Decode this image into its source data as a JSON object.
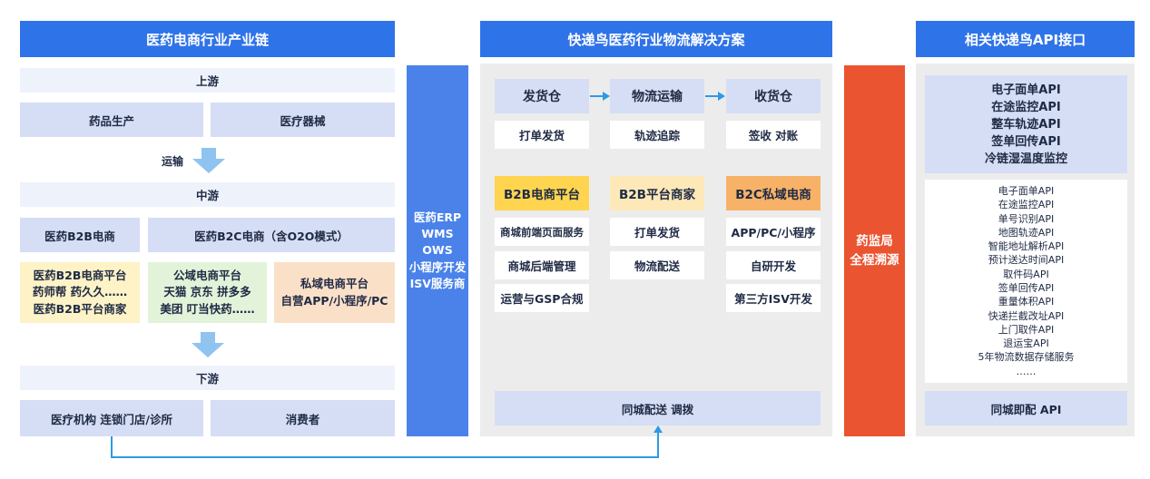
{
  "headers": {
    "chain": "医药电商行业产业链",
    "solution": "快递鸟医药行业物流解决方案",
    "api": "相关快递鸟API接口"
  },
  "chain": {
    "upstream": "上游",
    "up_items": [
      "药品生产",
      "医疗器械"
    ],
    "transport": "运输",
    "midstream": "中游",
    "mid_items": [
      "医药B2B电商",
      "医药B2C电商（含O2O模式）"
    ],
    "card_b2b": [
      "医药B2B电商平台",
      "药师帮 药久久……",
      "医药B2B平台商家"
    ],
    "card_public": [
      "公域电商平台",
      "天猫 京东 拼多多",
      "美团 叮当快药……"
    ],
    "card_private": [
      "私域电商平台",
      "自营APP/小程序/PC"
    ],
    "downstream": "下游",
    "down_items": [
      "医疗机构 连锁门店/诊所",
      "消费者"
    ]
  },
  "middle_bar": [
    "医药ERP",
    "WMS",
    "OWS",
    "小程序开发",
    "ISV服务商"
  ],
  "solution": {
    "flow": [
      "发货仓",
      "物流运输",
      "收货仓"
    ],
    "flow_sub": [
      "打单发货",
      "轨迹追踪",
      "签收 对账"
    ],
    "platforms": [
      "B2B电商平台",
      "B2B平台商家",
      "B2C私域电商"
    ],
    "col1": [
      "商城前端页面服务",
      "商城后端管理",
      "运营与GSP合规"
    ],
    "col2": [
      "打单发货",
      "物流配送"
    ],
    "col3": [
      "APP/PC/小程序",
      "自研开发",
      "第三方ISV开发"
    ],
    "bottom": "同城配送 调拨"
  },
  "regulator": [
    "药监局",
    "全程溯源"
  ],
  "api": {
    "top": [
      "电子面单API",
      "在途监控API",
      "整车轨迹API",
      "签单回传API",
      "冷链湿温度监控"
    ],
    "list": [
      "电子面单API",
      "在途监控API",
      "单号识别API",
      "地图轨迹API",
      "智能地址解析API",
      "预计送达时间API",
      "取件码API",
      "签单回传API",
      "重量体积API",
      "快递拦截改址API",
      "上门取件API",
      "退运宝API",
      "5年物流数据存储服务",
      "……"
    ],
    "bottom": "同城即配 API"
  },
  "colors": {
    "header_blue": "#2f73e8",
    "middle_bar_blue": "#4a82ea",
    "regulator_orange": "#ea5430",
    "lavender": "#d5def5",
    "yellow": "#fdf3c6",
    "green": "#e2f3d9",
    "peach": "#fbe0c8",
    "plat_yellow": "#ffd54f",
    "plat_light": "#fde9b8",
    "plat_orange": "#f7b267",
    "arrow_blue": "#2d9ae8"
  }
}
